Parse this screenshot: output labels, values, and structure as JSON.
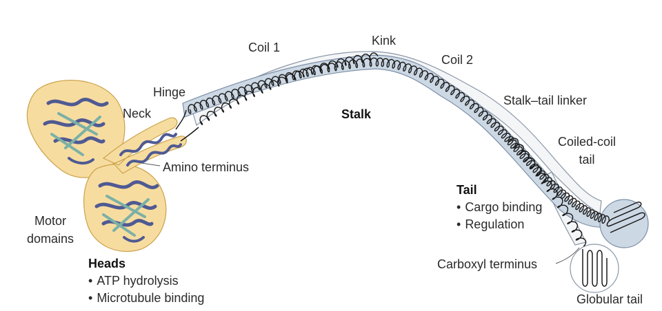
{
  "labels": {
    "coil1": "Coil 1",
    "kink": "Kink",
    "coil2": "Coil 2",
    "hinge": "Hinge",
    "neck": "Neck",
    "stalk": "Stalk",
    "stalk_tail_linker": "Stalk–tail linker",
    "coiled_coil_tail_1": "Coiled-coil",
    "coiled_coil_tail_2": "tail",
    "amino_terminus": "Amino terminus",
    "motor_domains_1": "Motor",
    "motor_domains_2": "domains",
    "carboxyl_terminus": "Carboxyl terminus",
    "globular_tail": "Globular tail"
  },
  "heads": {
    "title": "Heads",
    "items": [
      "ATP hydrolysis",
      "Microtubule binding"
    ]
  },
  "tail": {
    "title": "Tail",
    "items": [
      "Cargo binding",
      "Regulation"
    ]
  },
  "colors": {
    "motor_fill": "#f7dca0",
    "motor_edge": "#c9a24a",
    "stalk_fill": "#ccd8e4",
    "stalk_edge": "#7c8ea4",
    "protein_blue": "#4f5a92",
    "protein_teal": "#7bb0a6",
    "coil_line": "#1a1a1a",
    "globular_fill": "#ffffff"
  }
}
